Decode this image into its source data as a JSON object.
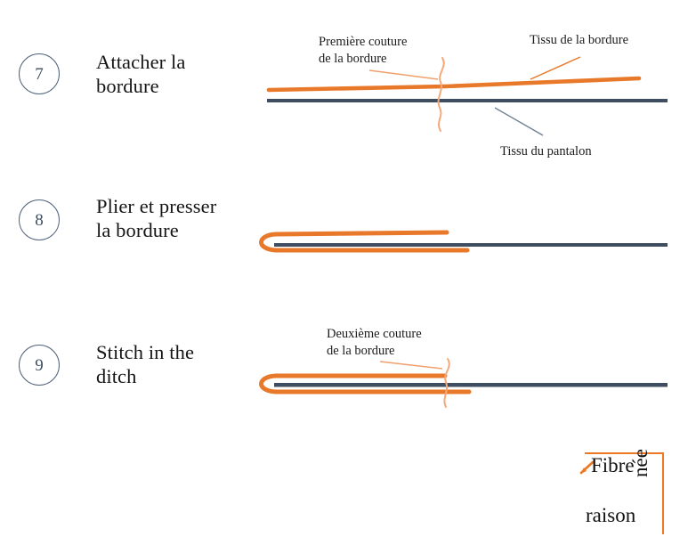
{
  "document": {
    "type": "sewing-instruction-diagram",
    "language": "fr"
  },
  "colors": {
    "orange": "#e8792b",
    "orange_light": "#f5a87a",
    "orange_logo": "#ed7723",
    "slate": "#3e4e60",
    "slate_line": "#51647b",
    "text": "#1a1a1a",
    "background": "#ffffff"
  },
  "steps": [
    {
      "number": "7",
      "title": "Attacher la\nbordure",
      "callouts": [
        {
          "name": "first-hem-stitch",
          "text": "Première couture\nde la bordure"
        },
        {
          "name": "hem-fabric",
          "text": "Tissu de la bordure"
        },
        {
          "name": "trouser-fabric",
          "text": "Tissu du pantalon"
        }
      ]
    },
    {
      "number": "8",
      "title": "Plier et presser\nla bordure",
      "callouts": []
    },
    {
      "number": "9",
      "title": "Stitch in the\nditch",
      "callouts": [
        {
          "name": "second-hem-stitch",
          "text": "Deuxième couture\nde la bordure"
        }
      ]
    }
  ],
  "logo": {
    "word_top": "Fibre",
    "word_vertical": "née",
    "word_bottom": "raison"
  }
}
